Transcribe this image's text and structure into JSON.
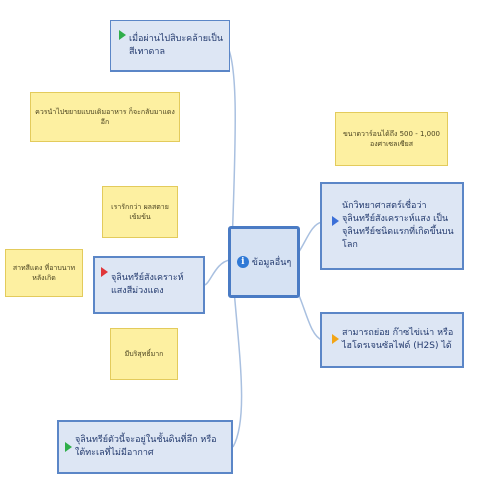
{
  "center": {
    "label": "ข้อมูลอื่นๆ",
    "icon": "info-icon"
  },
  "nodes": {
    "top_left": {
      "label": "เมื่อผ่านไปสิบะคล้ายเป็นสีเทาดาล",
      "flag": "green-flag-icon"
    },
    "mid_left": {
      "label": "จุลินทรีย์สังเคราะห์แสงสีม่วงแดง",
      "flag": "red-flag-icon"
    },
    "bottom_left": {
      "label": "จุลินทรีย์ตัวนี้จะอยู่ในชั้นดินที่ลึก หรือใต้ทะเลที่ไม่มีอากาศ",
      "flag": "green-flag-icon"
    },
    "right_upper": {
      "label": "นักวิทยาศาสตร์เชื่อว่าจุลินทรีย์สังเคราะห์แสง เป็นจุลินทรีย์ชนิดแรกที่เกิดขึ้นบนโลก",
      "flag": "blue-flag-icon"
    },
    "right_lower": {
      "label": "สามารถย่อย ก๊าซไข่เน่า หรือ ไฮโดรเจนซัลไฟด์ (H2S) ได้",
      "flag": "orange-flag-icon"
    }
  },
  "notes": {
    "note_top_left": "ควรนำไปขยายแบบเดิมอาหาร ก็จะกลับมาแดงอีก",
    "note_mid_top": "เรารักกว่า ผลสตายเข้มข้น",
    "note_mid_left": "สาทสีแดง ที่อาบนาทหลังเกิด",
    "note_mid_bottom": "มีบริสุทธิ์มาก",
    "note_right": "ขนาดวาร์อนได้ถึง 500 - 1,000 องศาเซลเซียส"
  },
  "colors": {
    "link": "#a9c0e0",
    "node_border": "#5b86c7",
    "node_fill": "#dde6f4",
    "note_fill": "#fdf0a1"
  }
}
